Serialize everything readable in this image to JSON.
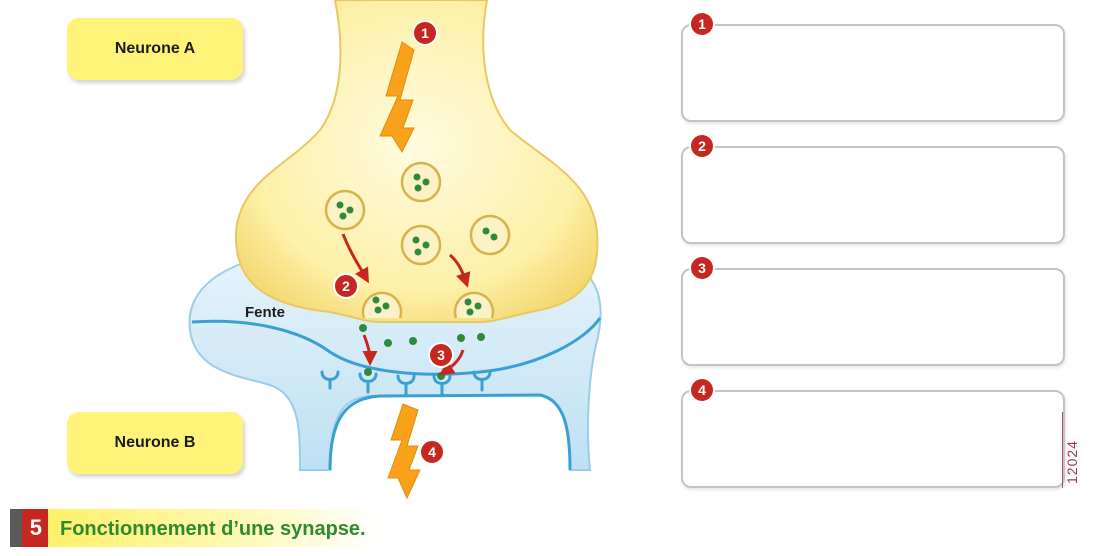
{
  "labels": {
    "neuron_a": "Neurone A",
    "neuron_b": "Neurone B",
    "cleft": "Fente"
  },
  "steps": [
    "1",
    "2",
    "3",
    "4"
  ],
  "answer_boxes": [
    {
      "number": "1",
      "text": ""
    },
    {
      "number": "2",
      "text": ""
    },
    {
      "number": "3",
      "text": ""
    },
    {
      "number": "4",
      "text": ""
    }
  ],
  "figure": {
    "number": "5",
    "caption": "Fonctionnement d’une synapse.",
    "code": "12024"
  },
  "colors": {
    "neuron_a_fill": "#fdf0a8",
    "neuron_b_fill": "#cfe8f7",
    "membrane_b": "#3aa0d2",
    "badge": "#c6271e",
    "impulse": "#f7a21a",
    "neurotransmitter": "#2f8a3b",
    "caption_text": "#2e8a2e"
  },
  "icons": [
    "lightning-bolt-icon",
    "curved-arrow-icon",
    "vesicle-icon",
    "receptor-icon"
  ]
}
